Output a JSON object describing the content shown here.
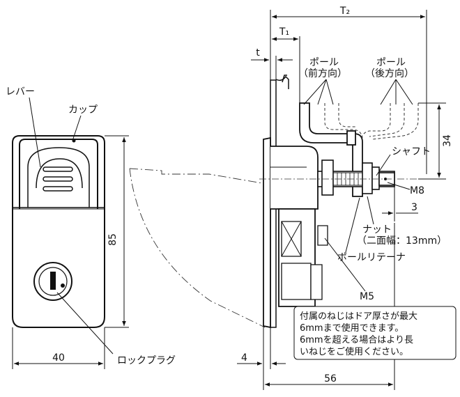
{
  "labels": {
    "lever": "レバー",
    "cup": "カップ",
    "lock_plug": "ロックプラグ",
    "pole_front_1": "ポール",
    "pole_front_2": "（前方向）",
    "pole_back_1": "ポール",
    "pole_back_2": "（後方向）",
    "shaft": "シャフト",
    "nut_1": "ナット",
    "nut_2": "（二面幅：13mm）",
    "pole_retainer": "ポールリテーナ"
  },
  "dimensions": {
    "front_height": "85",
    "front_width": "40",
    "t2": "T₂",
    "t1": "T₁",
    "t": "t",
    "h34": "34",
    "m8": "M8",
    "d3": "3",
    "m5": "M5",
    "d4": "4",
    "d56": "56"
  },
  "note": {
    "line1": "付属のねじはドア厚さが最大",
    "line2": "6mmまで使用できます。",
    "line3": "6mmを超える場合はより長",
    "line4": "いねじをご使用ください。"
  }
}
